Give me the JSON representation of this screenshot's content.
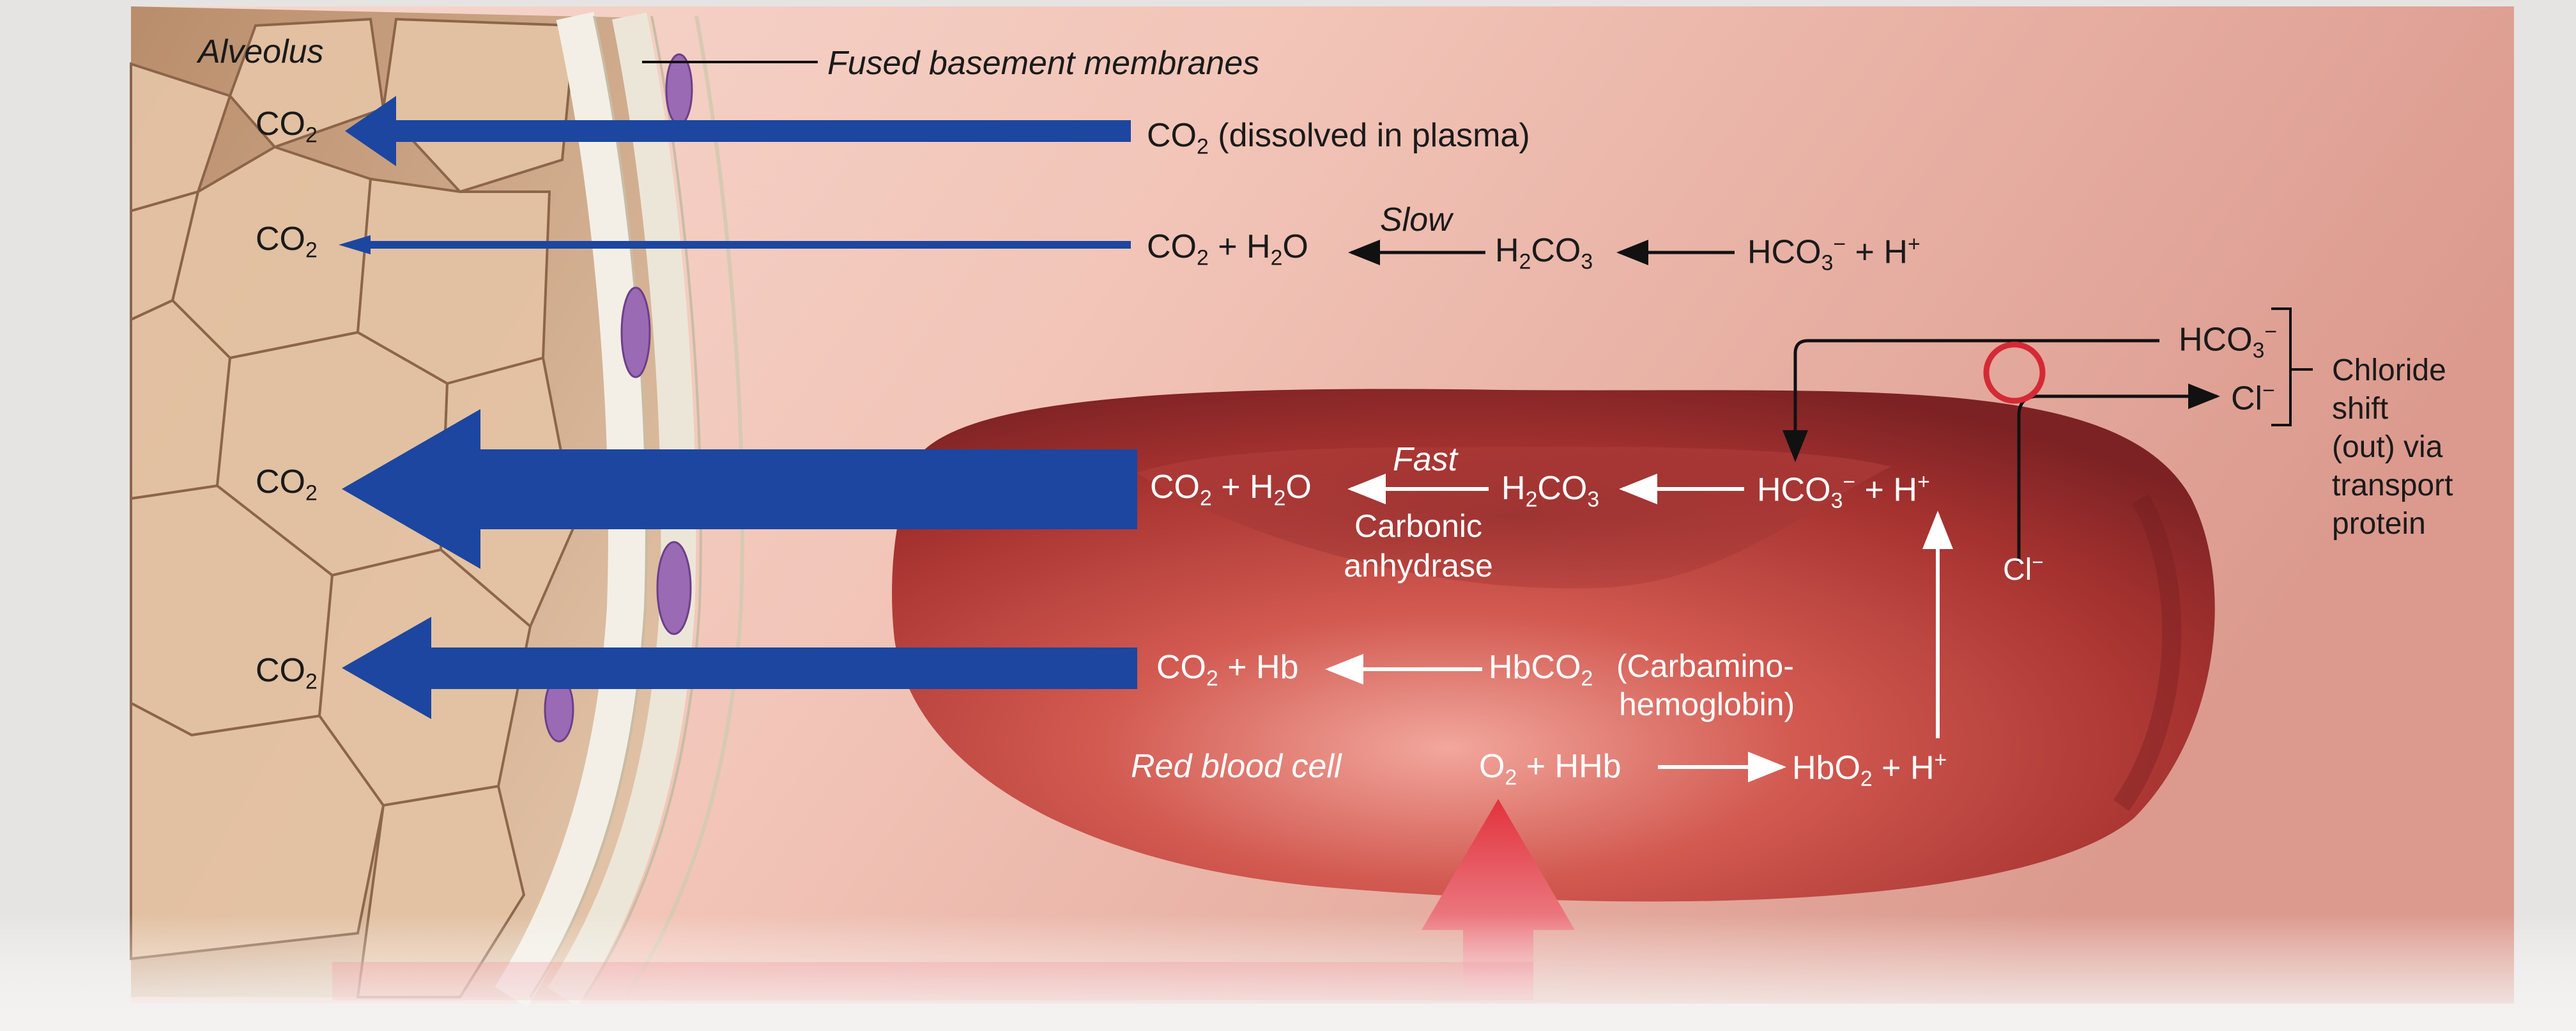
{
  "labels": {
    "alveolus": "Alveolus",
    "fused_membranes": "Fused basement membranes",
    "red_blood_cell": "Red blood cell",
    "co2": "CO",
    "sub2": "2",
    "sub3": "3",
    "row1_dissolved": "(dissolved in plasma)",
    "slow": "Slow",
    "fast": "Fast",
    "carbonic": "Carbonic",
    "anhydrase": "anhydrase",
    "plus_h2o_a": " + H",
    "o": "O",
    "h2co3_a": "H",
    "h2co3_b": "CO",
    "hco3": "HCO",
    "minus": "−",
    "plus_h": " + H",
    "plus": "+",
    "plus_hb": " + Hb",
    "hbco2": "HbCO",
    "carbamino1": "(Carbamino-",
    "carbamino2": "hemoglobin)",
    "o2": "O",
    "plus_hhb": " + HHb",
    "hbo2": "HbO",
    "cl": "Cl",
    "chloride1": "Chloride",
    "chloride2": "shift",
    "chloride3": "(out) via",
    "chloride4": "transport",
    "chloride5": "protein"
  },
  "colors": {
    "co2_arrow": "#1c46a0",
    "o2_arrow": "#d42a35",
    "rbc": "#b8403c",
    "plasma": "#f0c2b6",
    "alveolus": "#cfa787"
  }
}
